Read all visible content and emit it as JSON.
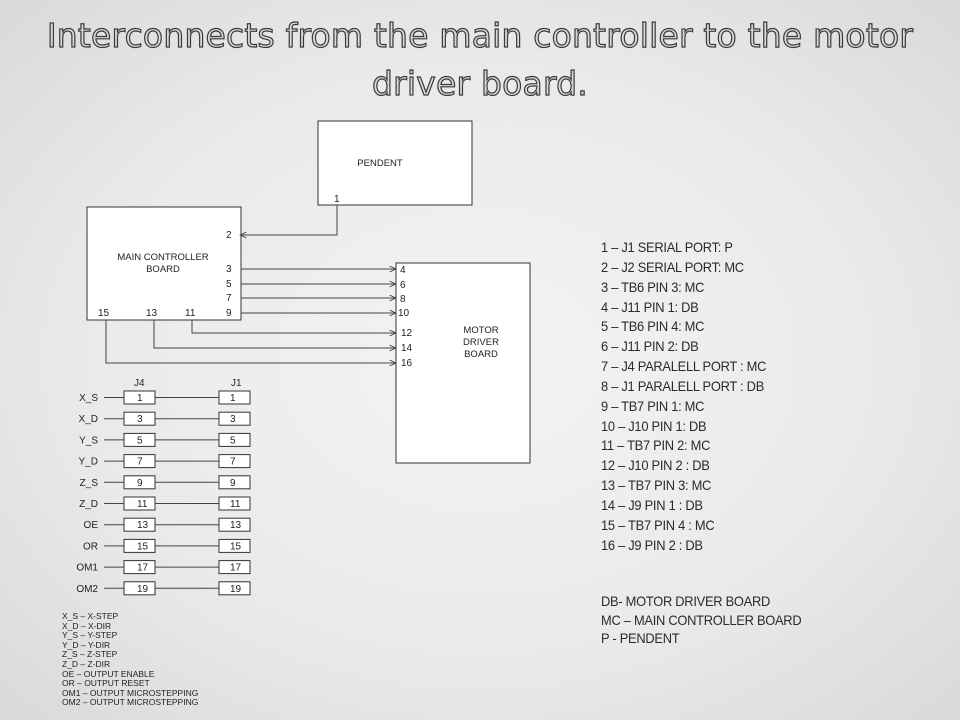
{
  "title": "Interconnects from the main controller to the motor driver board.",
  "boxes": {
    "pendent": "PENDENT",
    "main_controller_line1": "MAIN CONTROLLER",
    "main_controller_line2": "BOARD",
    "motor_driver_line1": "MOTOR",
    "motor_driver_line2": "DRIVER",
    "motor_driver_line3": "BOARD"
  },
  "pins": {
    "pendent_out": "1",
    "main_in": "2",
    "main_right": [
      "3",
      "5",
      "7",
      "9"
    ],
    "main_bottom": [
      "15",
      "13",
      "11"
    ],
    "driver_in": [
      "4",
      "6",
      "8",
      "10",
      "12",
      "14",
      "16"
    ]
  },
  "header_table": {
    "left_header": "J4",
    "right_header": "J1",
    "rows": [
      {
        "signal": "X_S",
        "left": "1",
        "right": "1"
      },
      {
        "signal": "X_D",
        "left": "3",
        "right": "3"
      },
      {
        "signal": "Y_S",
        "left": "5",
        "right": "5"
      },
      {
        "signal": "Y_D",
        "left": "7",
        "right": "7"
      },
      {
        "signal": "Z_S",
        "left": "9",
        "right": "9"
      },
      {
        "signal": "Z_D",
        "left": "11",
        "right": "11"
      },
      {
        "signal": "OE",
        "left": "13",
        "right": "13"
      },
      {
        "signal": "OR",
        "left": "15",
        "right": "15"
      },
      {
        "signal": "OM1",
        "left": "17",
        "right": "17"
      },
      {
        "signal": "OM2",
        "left": "19",
        "right": "19"
      }
    ]
  },
  "signal_key": [
    "X_S – X-STEP",
    "X_D – X-DIR",
    "Y_S – Y-STEP",
    "Y_D – Y-DIR",
    "Z_S – Z-STEP",
    "Z_D – Z-DIR",
    "OE – OUTPUT ENABLE",
    "OR – OUTPUT RESET",
    "OM1 – OUTPUT MICROSTEPPING",
    "OM2 – OUTPUT MICROSTEPPING"
  ],
  "connections": [
    "1 – J1 SERIAL PORT: P",
    "2 – J2 SERIAL PORT: MC",
    "3 – TB6 PIN 3: MC",
    "4 – J11 PIN 1: DB",
    "5 – TB6 PIN 4: MC",
    "6 – J11 PIN 2: DB",
    "7 – J4 PARALELL PORT : MC",
    "8 – J1 PARALELL PORT : DB",
    "9 – TB7 PIN 1: MC",
    "10 – J10 PIN 1: DB",
    "11 – TB7 PIN 2: MC",
    "12 – J10 PIN 2 : DB",
    "13 – TB7 PIN 3: MC",
    "14 – J9 PIN 1 : DB",
    "15 – TB7 PIN 4 : MC",
    "16 – J9 PIN 2 : DB"
  ],
  "abbreviations": [
    "DB- MOTOR DRIVER BOARD",
    "MC – MAIN CONTROLLER BOARD",
    "P - PENDENT"
  ]
}
